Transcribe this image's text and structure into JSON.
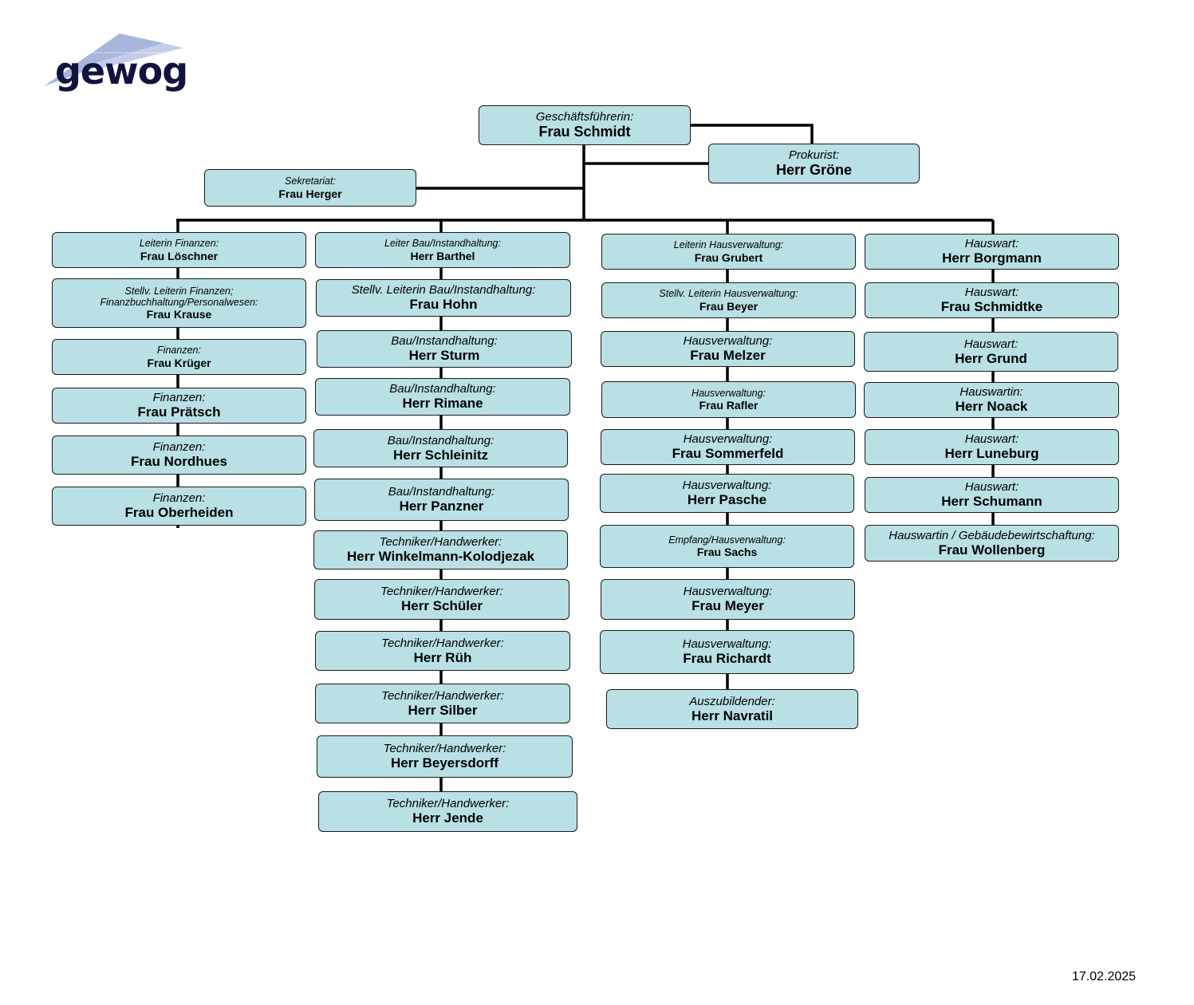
{
  "logo": {
    "text": "gewog"
  },
  "date": "17.02.2025",
  "top": [
    {
      "id": "gf",
      "role": "Geschäftsführerin:",
      "name": "Frau Schmidt"
    },
    {
      "id": "prok",
      "role": "Prokurist:",
      "name": "Herr Gröne"
    },
    {
      "id": "sek",
      "role": "Sekretariat:",
      "name": "Frau Herger"
    }
  ],
  "columns": [
    {
      "id": "finanzen",
      "boxes": [
        {
          "role": "Leiterin Finanzen:",
          "name": "Frau Löschner"
        },
        {
          "role": "Stellv. Leiterin Finanzen; Finanzbuchhaltung/Personalwesen:",
          "name": "Frau Krause"
        },
        {
          "role": "Finanzen:",
          "name": "Frau Krüger"
        },
        {
          "role": "Finanzen:",
          "name": "Frau Prätsch"
        },
        {
          "role": "Finanzen:",
          "name": "Frau Nordhues"
        },
        {
          "role": "Finanzen:",
          "name": "Frau Oberheiden"
        }
      ]
    },
    {
      "id": "bau",
      "boxes": [
        {
          "role": "Leiter Bau/Instandhaltung:",
          "name": "Herr Barthel"
        },
        {
          "role": "Stellv. Leiterin Bau/Instandhaltung:",
          "name": "Frau Hohn"
        },
        {
          "role": "Bau/Instandhaltung:",
          "name": "Herr Sturm"
        },
        {
          "role": "Bau/Instandhaltung:",
          "name": "Herr Rimane"
        },
        {
          "role": "Bau/Instandhaltung:",
          "name": "Herr Schleinitz"
        },
        {
          "role": "Bau/Instandhaltung:",
          "name": "Herr Panzner"
        },
        {
          "role": "Techniker/Handwerker:",
          "name": "Herr Winkelmann-Kolodjezak"
        },
        {
          "role": "Techniker/Handwerker:",
          "name": "Herr Schüler"
        },
        {
          "role": "Techniker/Handwerker:",
          "name": "Herr Rüh"
        },
        {
          "role": "Techniker/Handwerker:",
          "name": "Herr Silber"
        },
        {
          "role": "Techniker/Handwerker:",
          "name": "Herr Beyersdorff"
        },
        {
          "role": "Techniker/Handwerker:",
          "name": "Herr Jende"
        }
      ]
    },
    {
      "id": "hausverwaltung",
      "boxes": [
        {
          "role": "Leiterin Hausverwaltung:",
          "name": "Frau Grubert"
        },
        {
          "role": "Stellv. Leiterin Hausverwaltung:",
          "name": "Frau Beyer"
        },
        {
          "role": "Hausverwaltung:",
          "name": "Frau Melzer"
        },
        {
          "role": "Hausverwaltung:",
          "name": "Frau Rafler"
        },
        {
          "role": "Hausverwaltung:",
          "name": "Frau Sommerfeld"
        },
        {
          "role": "Hausverwaltung:",
          "name": "Herr Pasche"
        },
        {
          "role": "Empfang/Hausverwaltung:",
          "name": "Frau Sachs"
        },
        {
          "role": "Hausverwaltung:",
          "name": "Frau Meyer"
        },
        {
          "role": "Hausverwaltung:",
          "name": "Frau Richardt"
        },
        {
          "role": "Auszubildender:",
          "name": "Herr Navratil"
        }
      ]
    },
    {
      "id": "hauswart",
      "boxes": [
        {
          "role": "Hauswart:",
          "name": "Herr Borgmann"
        },
        {
          "role": "Hauswart:",
          "name": "Frau Schmidtke"
        },
        {
          "role": "Hauswart:",
          "name": "Herr Grund"
        },
        {
          "role": "Hauswartin:",
          "name": "Herr Noack"
        },
        {
          "role": "Hauswart:",
          "name": "Herr Luneburg"
        },
        {
          "role": "Hauswart:",
          "name": "Herr Schumann"
        },
        {
          "role": "Hauswartin / Gebäudebewirtschaftung:",
          "name": "Frau Wollenberg"
        }
      ]
    }
  ]
}
